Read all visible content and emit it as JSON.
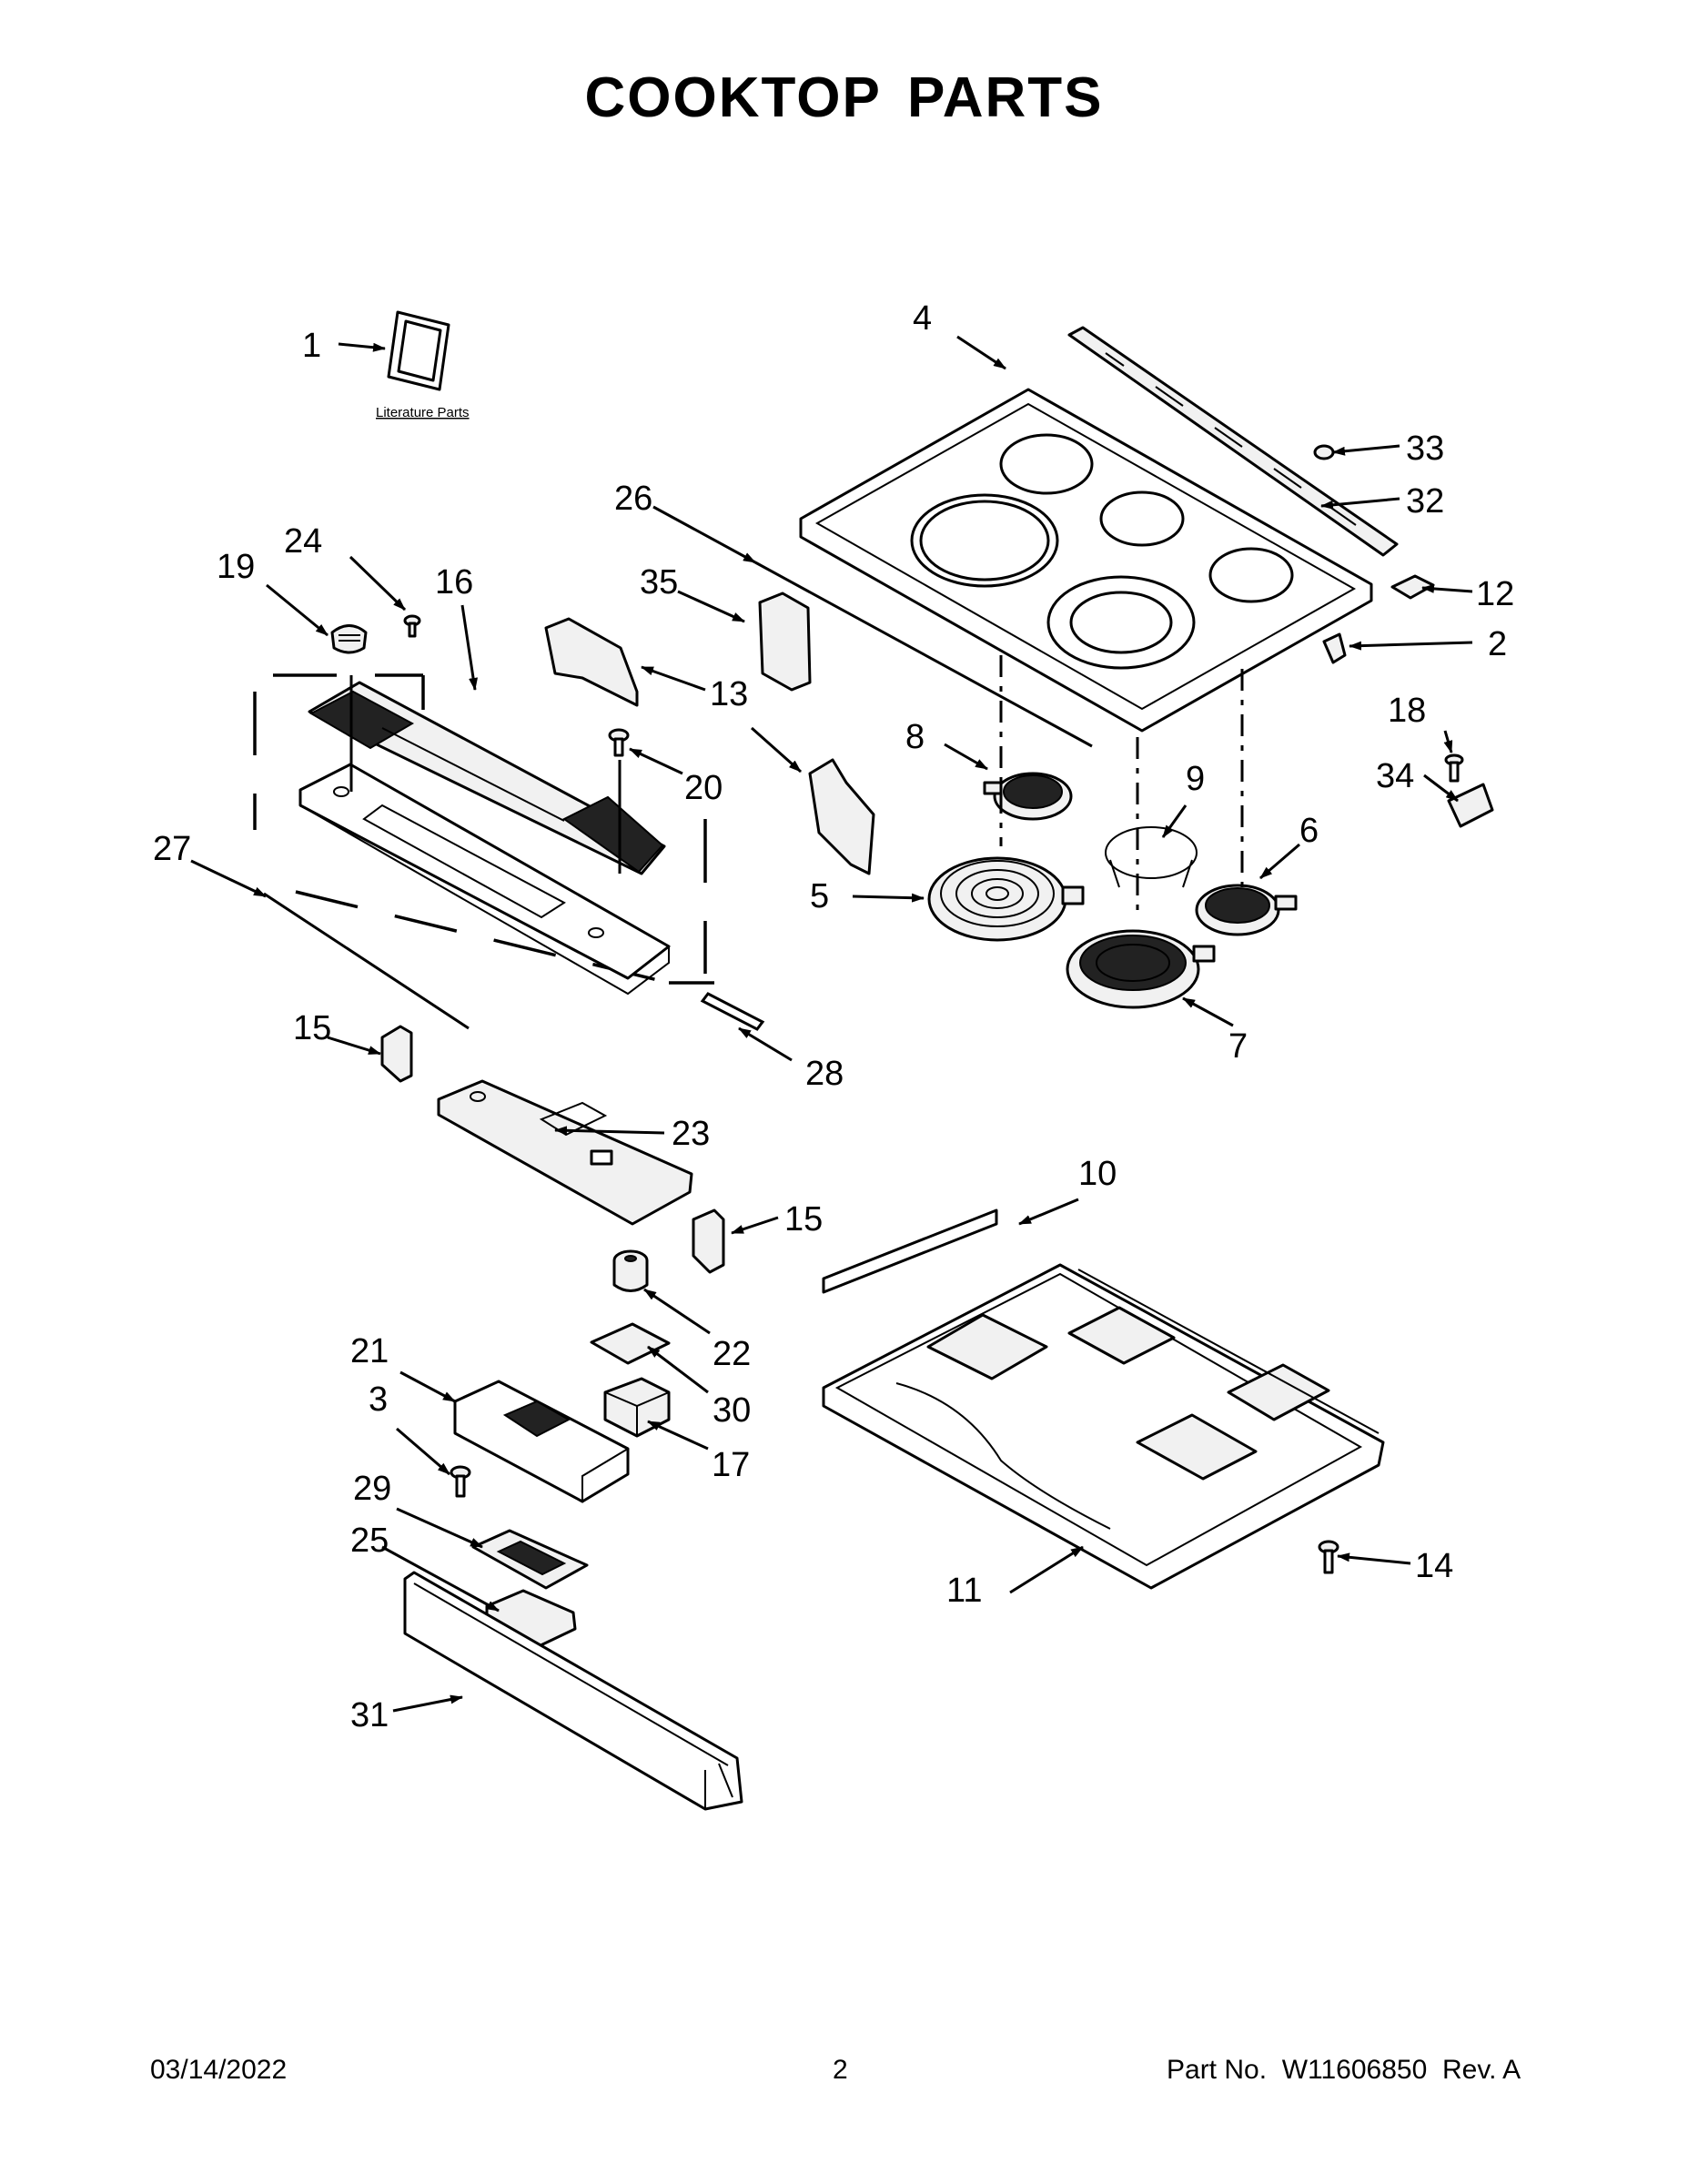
{
  "page": {
    "title": "COOKTOP PARTS",
    "literature_label": "Literature Parts"
  },
  "callouts": [
    "1",
    "2",
    "3",
    "4",
    "5",
    "6",
    "7",
    "8",
    "9",
    "10",
    "11",
    "12",
    "13",
    "14",
    "15",
    "16",
    "17",
    "18",
    "19",
    "20",
    "21",
    "22",
    "23",
    "24",
    "25",
    "26",
    "27",
    "28",
    "29",
    "30",
    "31",
    "32",
    "33",
    "34",
    "35"
  ],
  "footer": {
    "date": "03/14/2022",
    "page_number": "2",
    "part_no_label": "Part No.",
    "part_no": "W11606850",
    "rev_label": "Rev.",
    "rev": "A"
  }
}
